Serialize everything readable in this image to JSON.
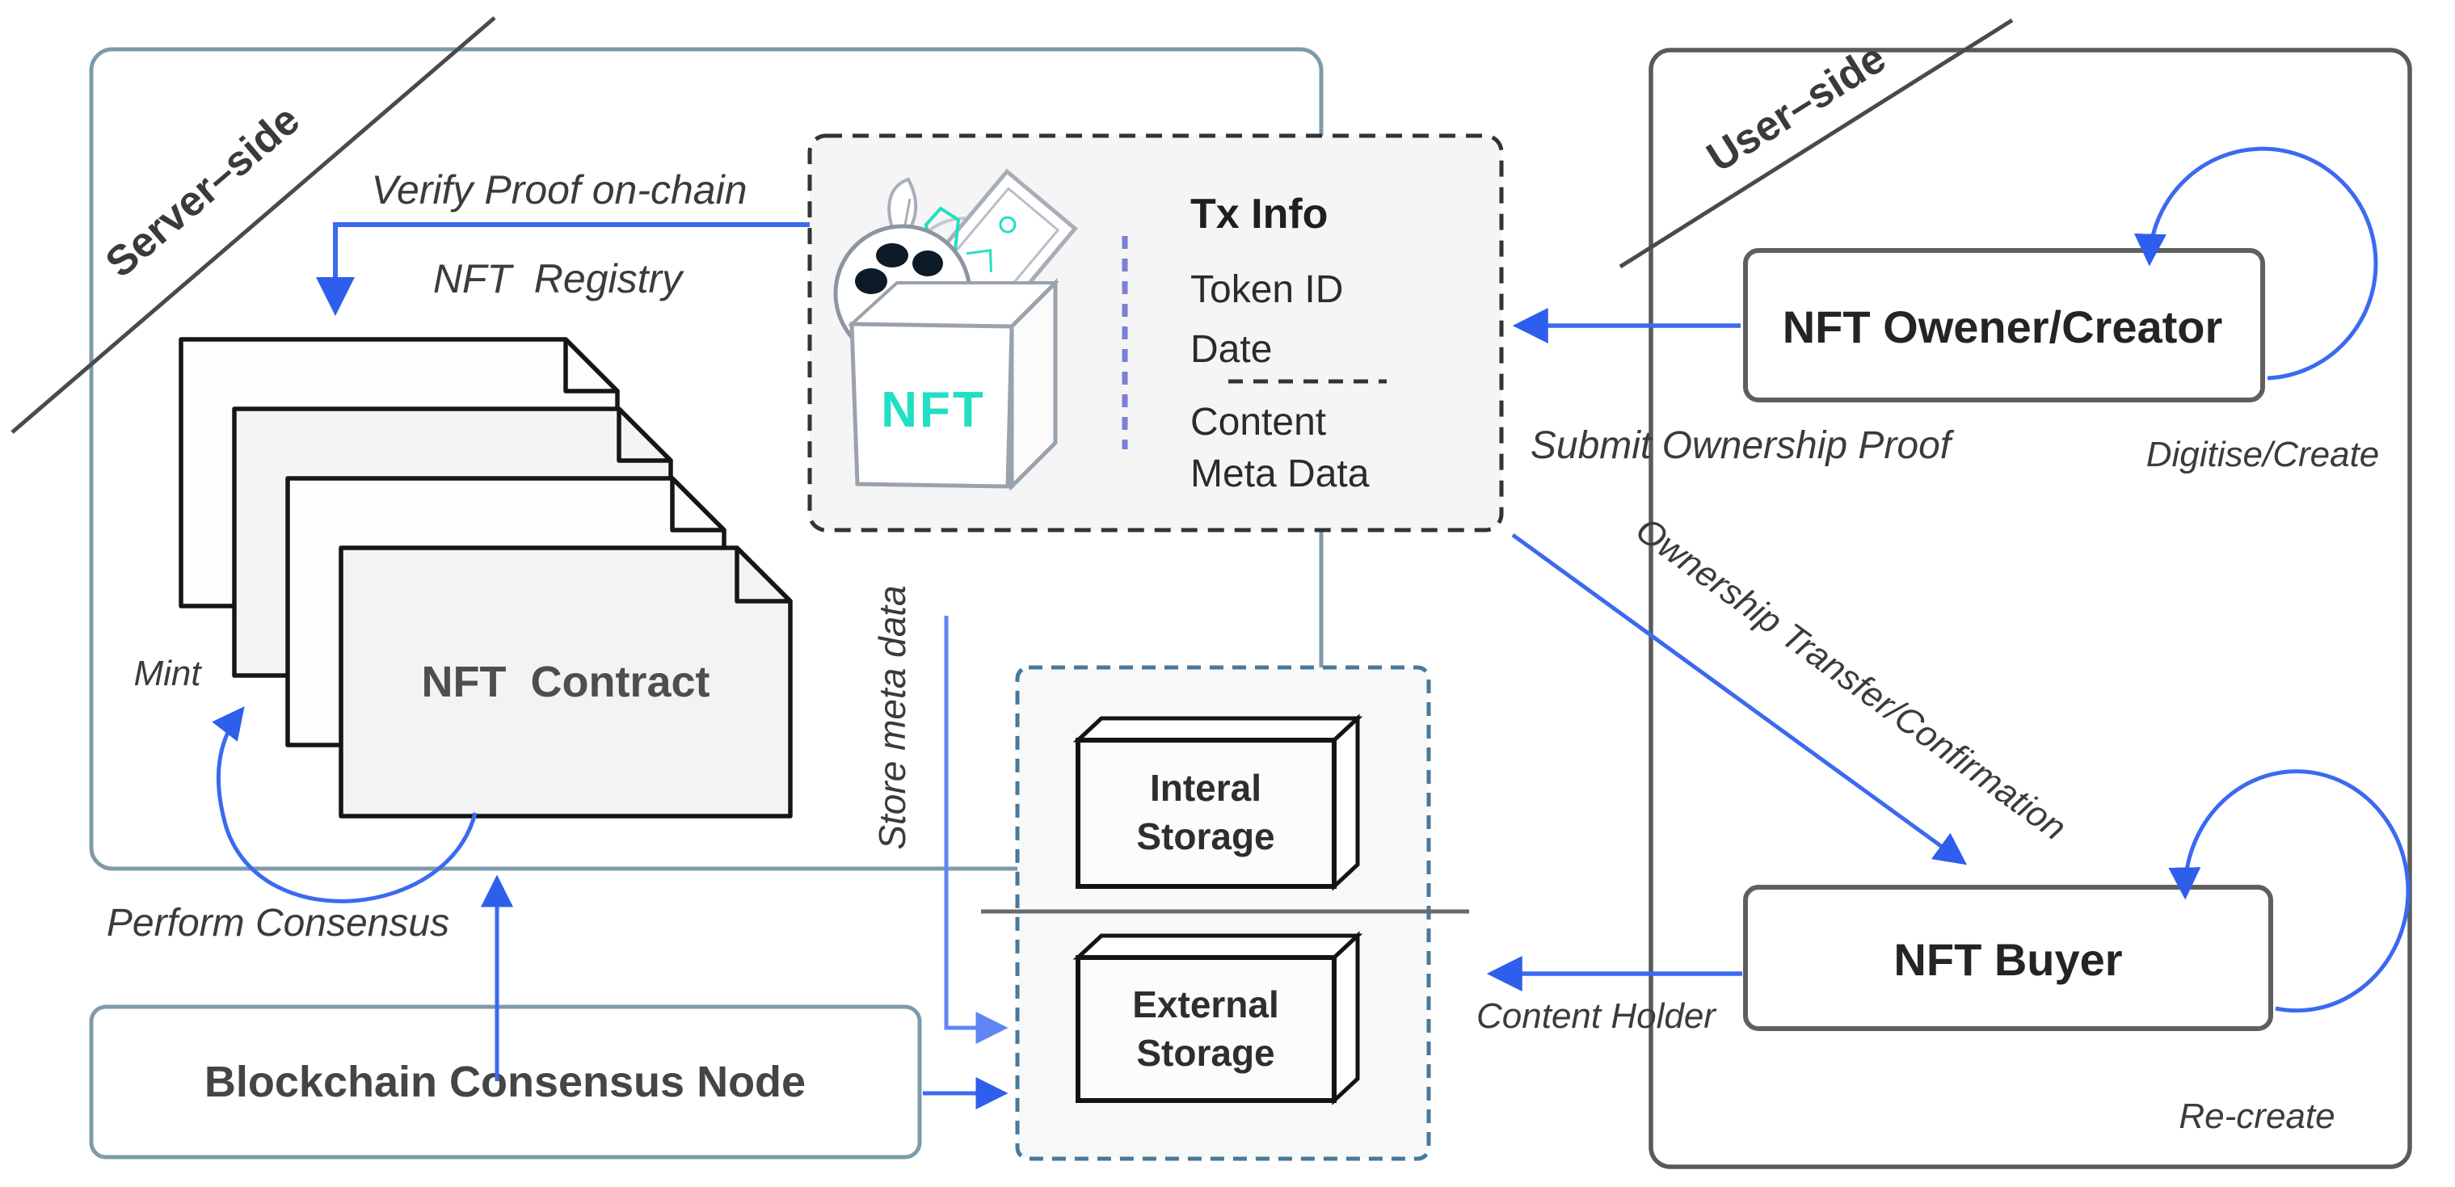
{
  "colors": {
    "arrow_blue": "#3b6af0",
    "arrow_blue_light": "#5f86f2",
    "steel_border": "#7e9aab",
    "user_border": "#5a5a5a",
    "storage_dashed_border": "#48799a",
    "tx_dashed_border": "#333333",
    "purple_separator": "#7b80d2",
    "teal_accent": "#21dfc2"
  },
  "server_side": {
    "label": "Server–side"
  },
  "user_side": {
    "label": "User–side"
  },
  "registry": {
    "verify_label": "Verify Proof on-chain",
    "registry_label": "NFT  Registry",
    "mint_label": "Mint",
    "contract_label": "NFT  Contract"
  },
  "tx_panel": {
    "bucket_label": "NFT",
    "title": "Tx Info",
    "token_id": "Token ID",
    "date": "Date",
    "content": "Content",
    "meta_data": "Meta Data"
  },
  "storage": {
    "store_meta_label": "Store meta data",
    "internal_line1": "Interal",
    "internal_line2": "Storage",
    "external_line1": "External",
    "external_line2": "Storage"
  },
  "consensus": {
    "perform_label": "Perform Consensus",
    "node_label": "Blockchain Consensus Node"
  },
  "user_flow": {
    "owner_label": "NFT Owener/Creator",
    "submit_label": "Submit Ownership Proof",
    "digitise_label": "Digitise/Create",
    "transfer_label": "Ownership Transfer/Confirmation",
    "buyer_label": "NFT Buyer",
    "recreate_label": "Re-create",
    "content_holder_label": "Content Holder"
  }
}
